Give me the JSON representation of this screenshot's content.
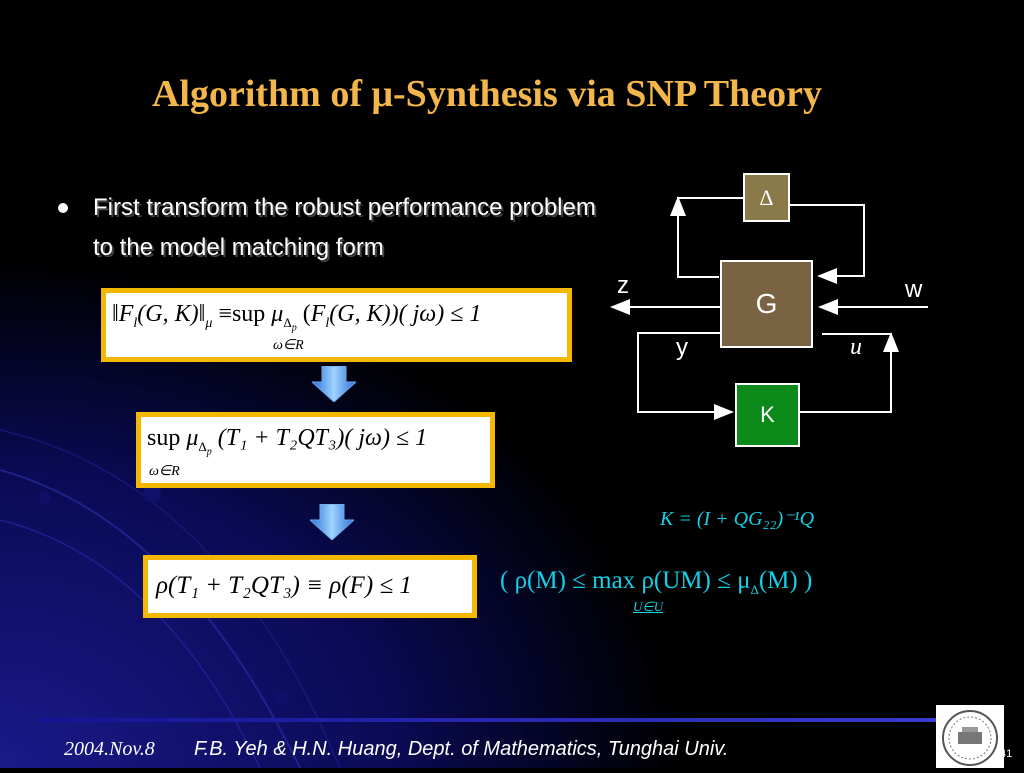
{
  "slide": {
    "title": "Algorithm of μ-Synthesis via SNP Theory",
    "bullet": "First transform the robust performance problem to the model matching form"
  },
  "equations": {
    "eq1": {
      "left": "‖F",
      "left_sub": "l",
      "left_args": "(G, K)",
      "norm_close": "‖",
      "norm_sub": "μ",
      "equiv": "≡",
      "sup": "sup",
      "sup_under": "ω∈R",
      "mu": "μ",
      "mu_sub": "Δ",
      "mu_subsub": "p",
      "body_open": "(",
      "F": "F",
      "F_sub": "l",
      "body": "(G, K))( jω) ≤ 1"
    },
    "eq2": {
      "sup": "sup",
      "sup_under": "ω∈R",
      "mu": "μ",
      "mu_sub": "Δ",
      "mu_subsub": "p",
      "body": "(T₁ + T₂QT₃)( jω) ≤ 1"
    },
    "eq3": {
      "body": "ρ(T₁ + T₂QT₃) ≡ ρ(F) ≤ 1"
    }
  },
  "side_formulas": {
    "k_formula": "K = (I + QG₂₂)⁻¹Q",
    "rho_ineq": "( ρ(M) ≤ max ρ(UM) ≤ μ",
    "rho_ineq_delta": "Δ",
    "rho_ineq_end": "(M) )",
    "max_under": "U∈U"
  },
  "diagram": {
    "delta": "Δ",
    "G": "G",
    "K": "K",
    "z": "z",
    "w": "w",
    "y": "y",
    "u": "u"
  },
  "footer": {
    "date": "2004.Nov.8",
    "authors": "F.B. Yeh & H.N. Huang, Dept. of Mathematics, Tunghai Univ.",
    "page": "41"
  },
  "colors": {
    "title": "#f2b64a",
    "box_border": "#f5b800",
    "cyan_formula": "#14d0e6",
    "G_block": "#7a6342",
    "K_block": "#0b8a1a",
    "delta_block": "#8a7a4a"
  }
}
